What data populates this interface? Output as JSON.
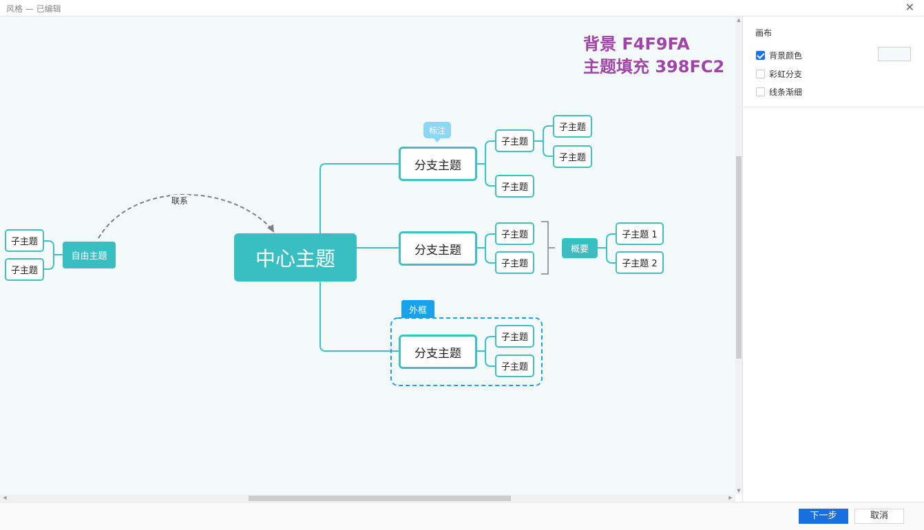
{
  "window": {
    "title": "风格 — 已编辑",
    "close_icon": "close-icon",
    "close_glyph": "✕"
  },
  "canvas": {
    "background_color": "#F4F9FA",
    "topic_fill_color": "#398FC2",
    "annotation_line1": "背景 F4F9FA",
    "annotation_line2": "主题填充  398FC2",
    "center_topic": "中心主题",
    "free_topic": "自由主题",
    "free_subtopics": [
      "子主题",
      "子主题"
    ],
    "relationship_label": "联系",
    "callout_label": "标注",
    "boundary_label": "外框",
    "summary_label": "概要",
    "branches": [
      {
        "label": "分支主题",
        "subtopics": [
          "子主题",
          "子主题"
        ],
        "nested": [
          "子主题",
          "子主题"
        ]
      },
      {
        "label": "分支主题",
        "subtopics": [
          "子主题",
          "子主题"
        ],
        "summary_topics": [
          "子主题 1",
          "子主题 2"
        ]
      },
      {
        "label": "分支主题",
        "subtopics": [
          "子主题",
          "子主题"
        ]
      }
    ]
  },
  "panel": {
    "section_title": "画布",
    "options": [
      {
        "label": "背景颜色",
        "checked": true
      },
      {
        "label": "彩虹分支",
        "checked": false
      },
      {
        "label": "线条渐细",
        "checked": false
      }
    ],
    "swatch_color": "#F4F9FA"
  },
  "footer": {
    "next_label": "下一步",
    "cancel_label": "取消"
  }
}
